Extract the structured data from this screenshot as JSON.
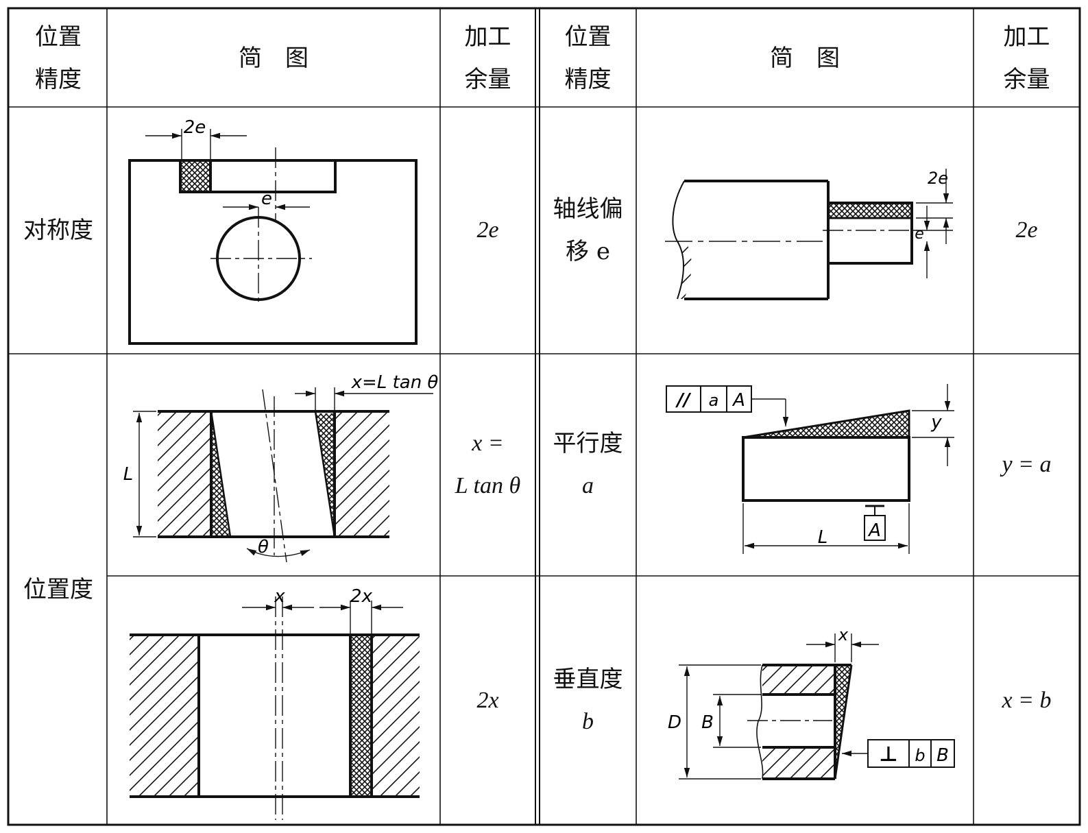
{
  "table": {
    "left_headers": {
      "precision": "位置\n精度",
      "sketch": "简　图",
      "allowance": "加工\n余量"
    },
    "right_headers": {
      "precision": "位置\n精度",
      "sketch": "简　图",
      "allowance": "加工\n余量"
    },
    "rows": {
      "symmetry": {
        "precision": "对称度",
        "allowance": "2e"
      },
      "position": {
        "precision": "位置度"
      },
      "position_tilt": {
        "allowance_line1": "x =",
        "allowance_line2": "L tan θ"
      },
      "position_offset": {
        "allowance": "2x"
      },
      "axis_offset": {
        "precision_line1": "轴线偏",
        "precision_line2": "移 e",
        "allowance": "2e"
      },
      "parallelism": {
        "precision_line1": "平行度",
        "precision_line2": "a",
        "allowance": "y = a"
      },
      "perpendicularity": {
        "precision_line1": "垂直度",
        "precision_line2": "b",
        "allowance": "x = b"
      }
    }
  },
  "sketch_labels": {
    "sym_2e": "2e",
    "sym_e": "e",
    "tilt_formula": "x=L tan θ",
    "tilt_L": "L",
    "tilt_theta": "θ",
    "off_x": "x",
    "off_2x": "2x",
    "axis_2e": "2e",
    "axis_e": "e",
    "par_symbol": "//",
    "par_a": "a",
    "par_A": "A",
    "par_y": "y",
    "par_L": "L",
    "par_datum": "A",
    "perp_x": "x",
    "perp_D": "D",
    "perp_B": "B",
    "perp_symbol": "⊥",
    "perp_b": "b",
    "perp_Bref": "B"
  }
}
